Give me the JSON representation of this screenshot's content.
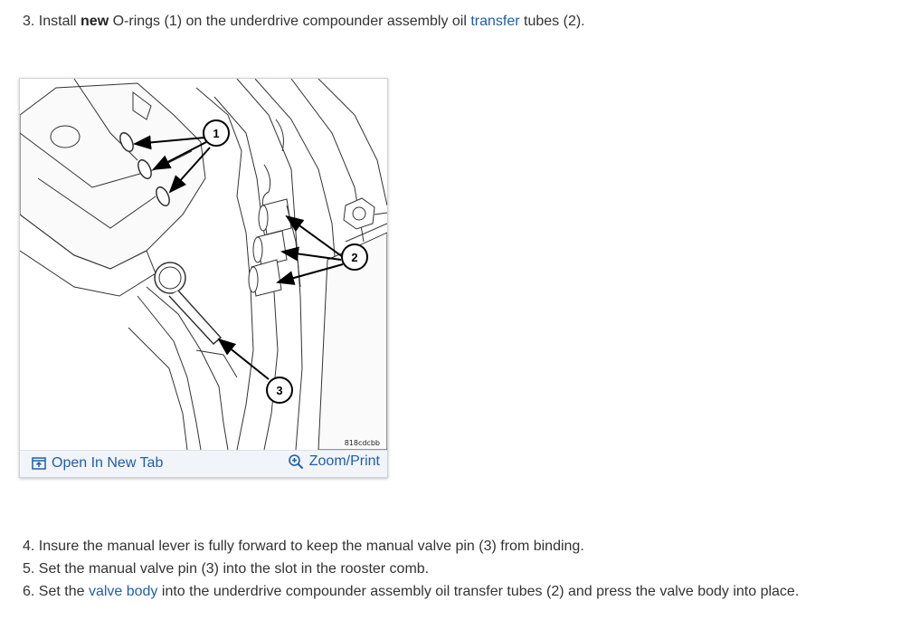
{
  "step3": {
    "prefix": "3. Install ",
    "bold": "new",
    "middle": " O-rings (1) on the underdrive compounder assembly oil ",
    "link": "transfer",
    "suffix": " tubes (2)."
  },
  "figure": {
    "image_id": "818cdcbb",
    "callouts": [
      "1",
      "2",
      "3"
    ],
    "open_tab_label": "Open In New Tab",
    "zoom_print_label": "Zoom/Print",
    "open_tab_icon": "open-new-tab-icon",
    "zoom_icon": "magnifier-plus-icon"
  },
  "step4": {
    "text": "4. Insure the manual lever is fully forward to keep the manual valve pin (3) from binding."
  },
  "step5": {
    "text": "5. Set the manual valve pin (3) into the slot in the rooster comb."
  },
  "step6": {
    "prefix": "6. Set the ",
    "link": "valve body",
    "suffix": " into the underdrive compounder assembly oil transfer tubes (2) and press the valve body into place."
  },
  "colors": {
    "link": "#1f5fa8",
    "text": "#333333",
    "toolbar_bg": "#f1f4f8"
  }
}
